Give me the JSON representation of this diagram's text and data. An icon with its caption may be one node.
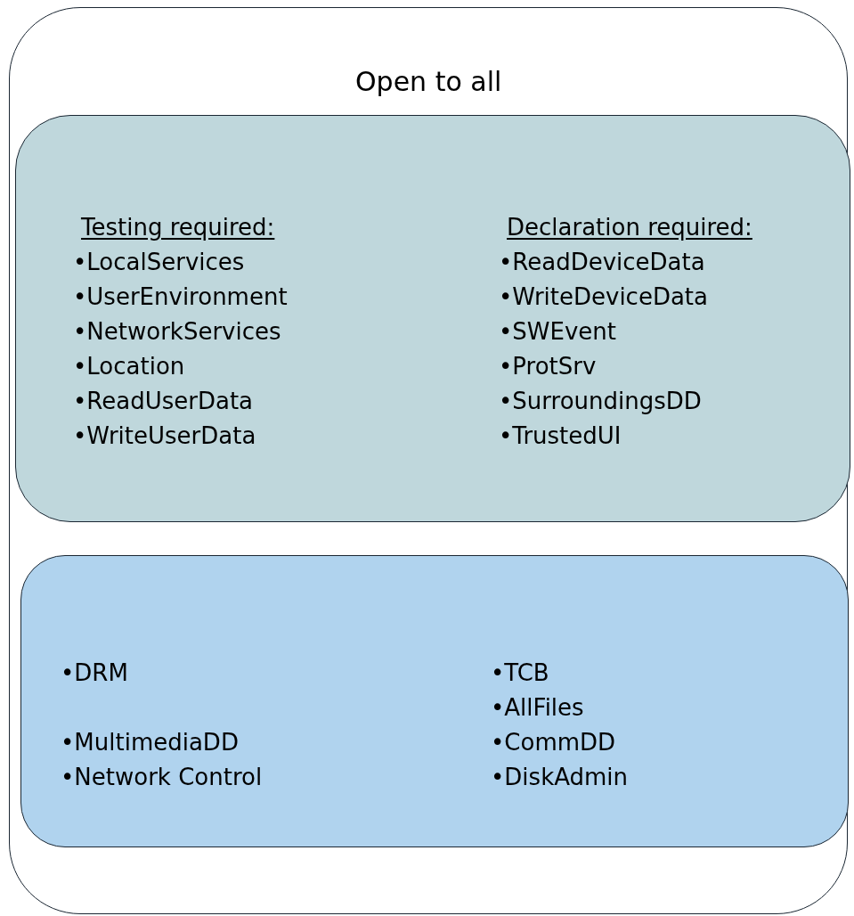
{
  "diagram": {
    "nodes": [
      {
        "text": [
          "Open to all"
        ]
      },
      {
        "text": [
          "Testing required:",
          "•LocalServices",
          "•UserEnvironment",
          "•NetworkServices",
          "•Location",
          "•ReadUserData",
          "•WriteUserData",
          "Declaration required:",
          "•ReadDeviceData",
          "•WriteDeviceData",
          "•SWEvent",
          "•ProtSrv",
          "•SurroundingsDD",
          "•TrustedUI"
        ],
        "in": 0
      },
      {
        "text": [
          "•DRM",
          "•MultimediaDD",
          "•Network Control",
          "•TCB",
          "•AllFiles",
          "•CommDD",
          "•DiskAdmin"
        ],
        "in": 0
      }
    ]
  }
}
